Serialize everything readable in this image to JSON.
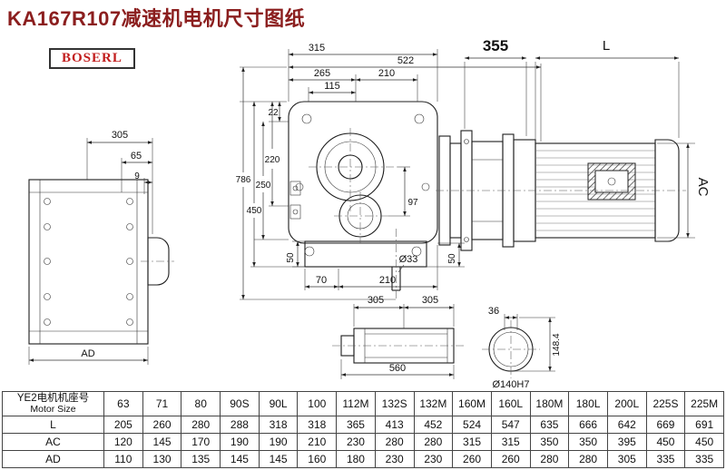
{
  "page": {
    "title": "KA167R107减速机电机尺寸图纸",
    "logo": "BOSERL"
  },
  "dims": {
    "left_view": {
      "d305": "305",
      "d65": "65",
      "d9": "9",
      "dAD": "AD"
    },
    "main_view": {
      "d315": "315",
      "d522": "522",
      "d265": "265",
      "d210_top": "210",
      "d115": "115",
      "d22": "22",
      "d220": "220",
      "d250": "250",
      "d450": "450",
      "d786": "786",
      "d97": "97",
      "d50_left": "50",
      "d70": "70",
      "d210_bottom": "210",
      "d33": "Ø33",
      "d50_right": "50"
    },
    "motor": {
      "d355": "355",
      "dL": "L",
      "dAC": "AC"
    },
    "shaft": {
      "d305_left": "305",
      "d305_right": "305",
      "d560": "560"
    },
    "flange": {
      "d36": "36",
      "d148": "148.4",
      "d140": "Ø140H7"
    }
  },
  "table": {
    "header_cn": "YE2电机机座号",
    "header_en": "Motor Size",
    "sizes": [
      "63",
      "71",
      "80",
      "90S",
      "90L",
      "100",
      "112M",
      "132S",
      "132M",
      "160M",
      "160L",
      "180M",
      "180L",
      "200L",
      "225S",
      "225M"
    ],
    "rows": [
      {
        "label": "L",
        "values": [
          "205",
          "260",
          "280",
          "288",
          "318",
          "318",
          "365",
          "413",
          "452",
          "524",
          "547",
          "635",
          "666",
          "642",
          "669",
          "691"
        ]
      },
      {
        "label": "AC",
        "values": [
          "120",
          "145",
          "170",
          "190",
          "190",
          "210",
          "230",
          "280",
          "280",
          "315",
          "315",
          "350",
          "350",
          "395",
          "450",
          "450"
        ]
      },
      {
        "label": "AD",
        "values": [
          "110",
          "130",
          "135",
          "145",
          "145",
          "160",
          "180",
          "230",
          "230",
          "260",
          "260",
          "280",
          "280",
          "305",
          "335",
          "335"
        ]
      }
    ]
  }
}
